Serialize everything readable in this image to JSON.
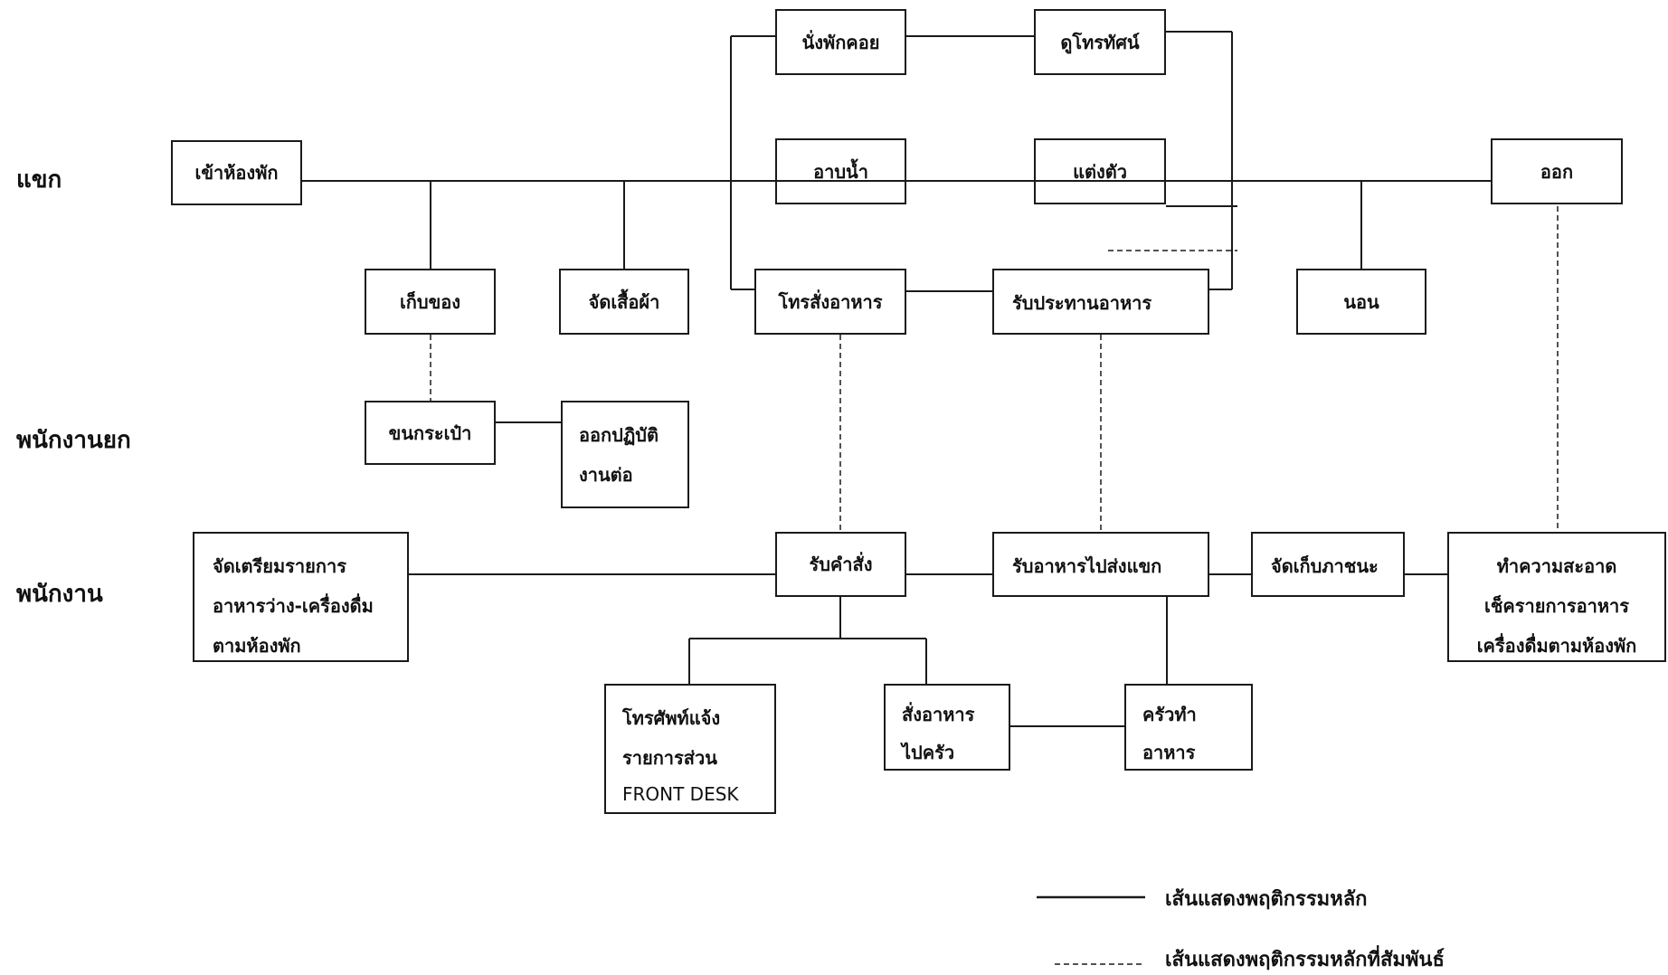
{
  "lanes": {
    "guest": "แขก",
    "porter": "พนักงานยก",
    "staff": "พนักงาน"
  },
  "boxes": {
    "check_in": "เข้าห้องพัก",
    "sit_wait": "นั่งพักคอย",
    "watch_tv": "ดูโทรทัศน์",
    "bathe": "อาบน้ำ",
    "dress": "แต่งตัว",
    "leave": "ออก",
    "store_items": "เก็บของ",
    "arrange_clothes": "จัดเสื้อผ้า",
    "call_order_food": "โทรสั่งอาหาร",
    "eat_food": "รับประทานอาหาร",
    "sleep": "นอน",
    "carry_bags": "ขนกระเป๋า",
    "go_other_work": [
      "ออกปฏิบัติ",
      "งานต่อ"
    ],
    "prepare_menu": [
      "จัดเตรียมรายการ",
      "อาหารว่าง-เครื่องดื่ม",
      "ตามห้องพัก"
    ],
    "receive_order": "รับคำสั่ง",
    "deliver_food": "รับอาหารไปส่งแขก",
    "clear_dishes": "จัดเก็บภาชนะ",
    "clean_room": [
      "ทำความสะอาด",
      "เช็ครายการอาหาร",
      "เครื่องดื่มตามห้องพัก"
    ],
    "phone_front_desk": [
      "โทรศัพท์แจ้ง",
      "รายการส่วน",
      "FRONT DESK"
    ],
    "order_to_kitchen": [
      "สั่งอาหาร",
      "ไปครัว"
    ],
    "kitchen_cook": [
      "ครัวทำ",
      "อาหาร"
    ]
  },
  "legend": {
    "main": "เส้นแสดงพฤติกรรมหลัก",
    "related": "เส้นแสดงพฤติกรรมหลักที่สัมพันธ์"
  }
}
